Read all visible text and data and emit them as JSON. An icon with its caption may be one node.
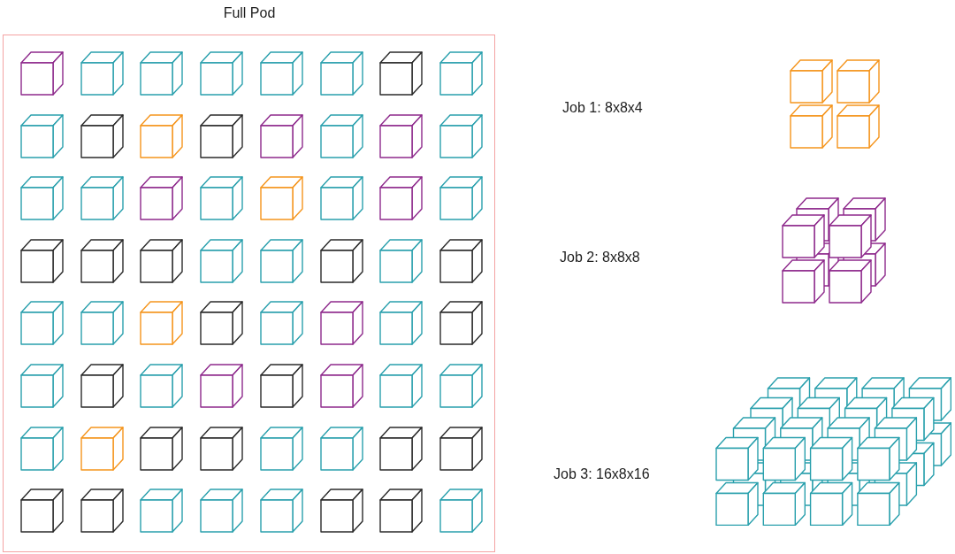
{
  "diagram": {
    "nodes": [
      {
        "text": [
          "Full Pod"
        ]
      }
    ],
    "labels": [
      "Job 1: 8x8x4",
      "Job 2: 8x8x8",
      "Job 3: 16x8x16"
    ]
  }
}
